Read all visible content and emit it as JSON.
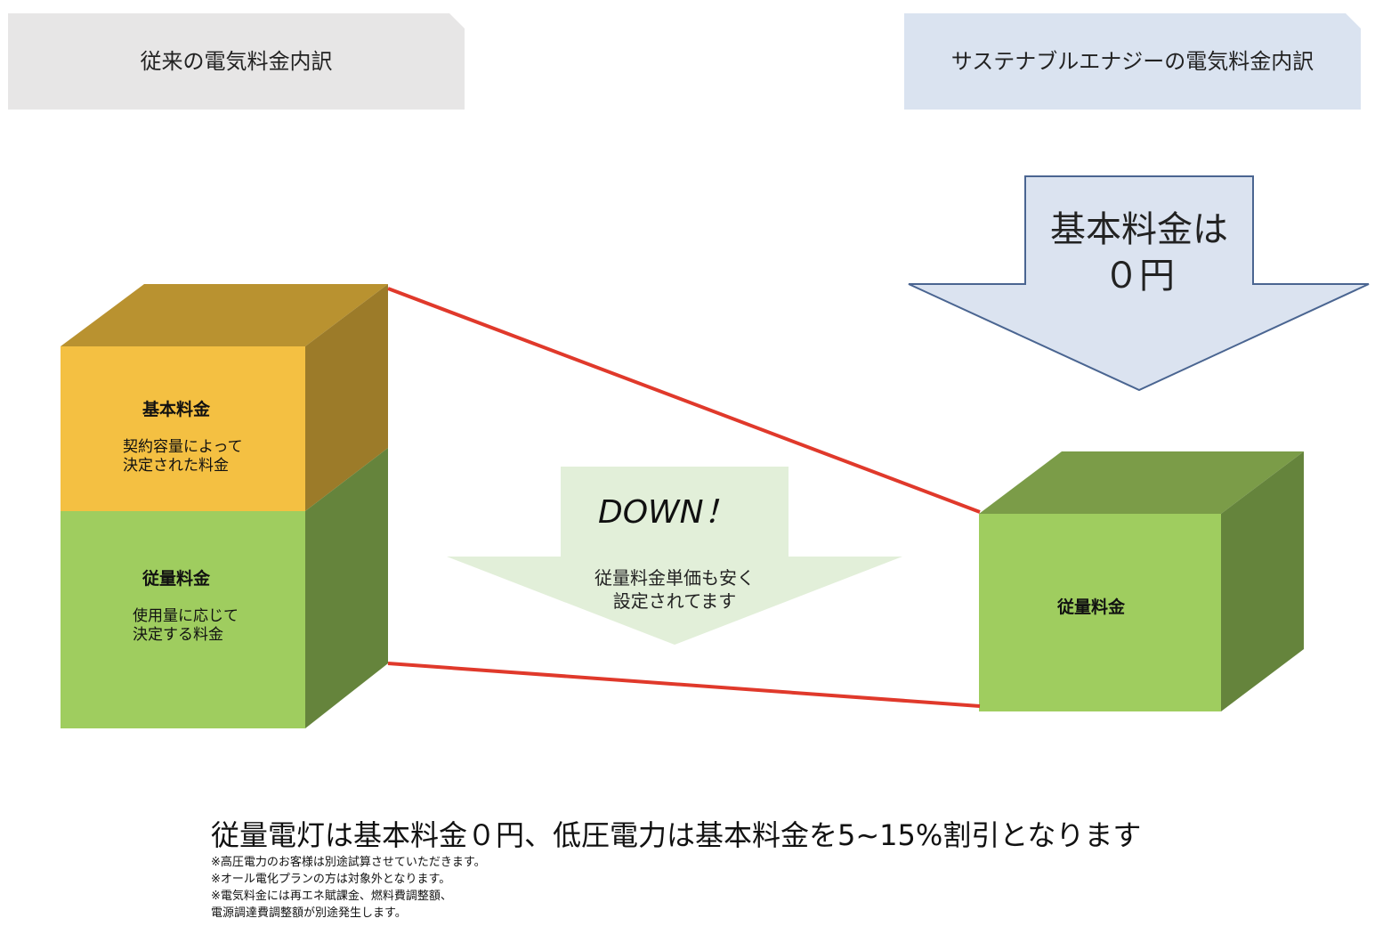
{
  "headers": {
    "left": "従来の電気料金内訳",
    "right": "サステナブルエナジーの電気料金内訳"
  },
  "left_block": {
    "basic_title": "基本料金",
    "basic_desc": "契約容量によって\n決定された料金",
    "usage_title": "従量料金",
    "usage_desc": "使用量に応じて\n決定する料金"
  },
  "right_block": {
    "usage_title": "従量料金"
  },
  "arrow_top": {
    "text": "基本料金は\n０円"
  },
  "arrow_down": {
    "title": "DOWN！",
    "text": "従量料金単価も安く\n設定されてます"
  },
  "summary": "従量電灯は基本料金０円、低圧電力は基本料金を5~15%割引となります",
  "notes": "※高圧電力のお客様は別途試算させていただきます。\n※オール電化プランの方は対象外となります。\n※電気料金には再エネ賦課金、燃料費調整額、\n電源調達費調整額が別途発生します。",
  "colors": {
    "header_left_bg": "#e7e6e6",
    "header_right_bg": "#dae3f0",
    "basic_front": "#f4c042",
    "basic_top": "#b99230",
    "basic_side": "#9c7b29",
    "usage_front": "#9fcd5f",
    "usage_top": "#7b9c48",
    "usage_side": "#65843c",
    "connector": "#e0392b",
    "arrow_top_fill": "#dbe3f0",
    "arrow_top_stroke": "#4a6591",
    "arrow_down_fill": "#e2efd9"
  }
}
